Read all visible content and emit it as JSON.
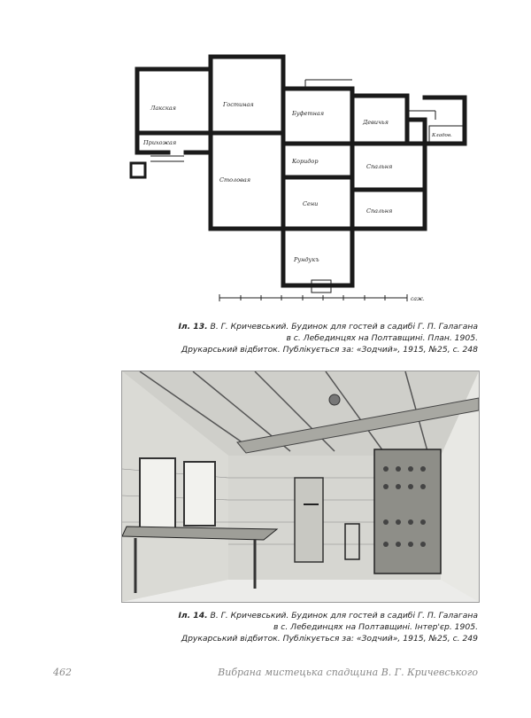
{
  "figure1": {
    "rooms": {
      "r1": "Лакская",
      "r2": "Гостиная",
      "r3": "Буфетная",
      "r4": "Девичья",
      "r5": "Прихожая",
      "r6": "Кладов.",
      "r7": "Столовая",
      "r8": "Коридор",
      "r9": "Спальня",
      "r10": "Сени",
      "r11": "Спальня",
      "r12": "Рундукъ"
    },
    "scale_unit": "саж.",
    "caption": {
      "label": "Іл. 13.",
      "line1": "В. Г. Кричевський. Будинок для гостей в садибі Г. П. Галагана",
      "line2": "в с. Лебединцях на Полтавщині. План. 1905.",
      "line3": "Друкарський відбиток. Публікується за: «Зодчий», 1915, №25, с. 248"
    }
  },
  "figure2": {
    "caption": {
      "label": "Іл. 14.",
      "line1": "В. Г. Кричевський. Будинок для гостей в садибі Г. П. Галагана",
      "line2": "в с. Лебединцях на Полтавщині. Інтер'єр. 1905.",
      "line3": "Друкарський відбиток. Публікується за: «Зодчий», 1915, №25, с. 249"
    }
  },
  "footer": {
    "page_number": "462",
    "running_title": "Вибрана мистецька спадщина В. Г. Кричевського"
  }
}
